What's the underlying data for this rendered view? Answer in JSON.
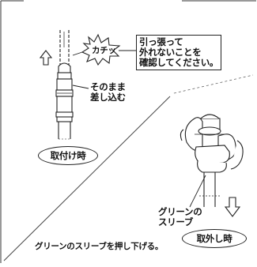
{
  "install": {
    "click_sound": "カチッ",
    "check_note": [
      "引っ張って",
      "外れないことを",
      "確認してください。"
    ],
    "insert_note": [
      "そのまま",
      "差し込む"
    ],
    "title": "取付け時"
  },
  "removal": {
    "sleeve_label": [
      "グリーンの",
      "スリーブ"
    ],
    "instruction": "グリーンのスリーブを押し下げる。",
    "title": "取外し時"
  }
}
